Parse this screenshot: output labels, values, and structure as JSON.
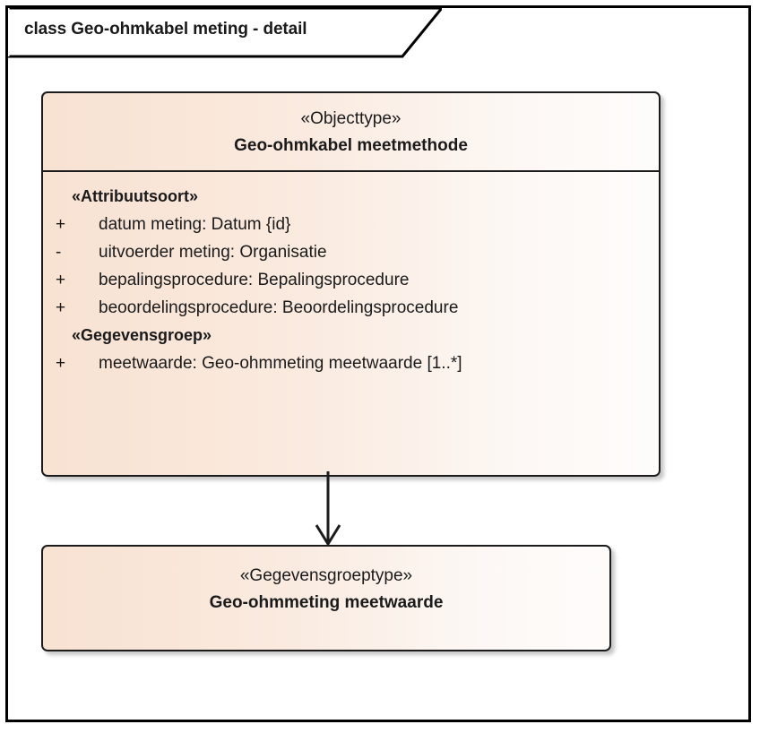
{
  "diagram": {
    "kind_label": "class",
    "title": "class Geo-ohmkabel meting - detail",
    "background": "#ffffff",
    "frame_color": "#000000",
    "class_fill_left": "#f8e2d2",
    "class_fill_right": "#fefcfb",
    "class_border": "#1b1b1b",
    "text_color": "#1a1a1a"
  },
  "classes": [
    {
      "id": "geo-ohmkabel-meetmethode",
      "stereotype": "«Objecttype»",
      "name": "Geo-ohmkabel meetmethode",
      "groups": [
        {
          "stereotype": "«Attribuutsoort»",
          "features": [
            {
              "visibility": "+",
              "text": "datum meting: Datum {id}"
            },
            {
              "visibility": "-",
              "text": "uitvoerder meting: Organisatie"
            },
            {
              "visibility": "+",
              "text": "bepalingsprocedure: Bepalingsprocedure"
            },
            {
              "visibility": "+",
              "text": "beoordelingsprocedure: Beoordelingsprocedure"
            }
          ]
        },
        {
          "stereotype": "«Gegevensgroep»",
          "features": [
            {
              "visibility": "+",
              "text": "meetwaarde: Geo-ohmmeting meetwaarde [1..*]"
            }
          ]
        }
      ]
    },
    {
      "id": "geo-ohmmeting-meetwaarde",
      "stereotype": "«Gegevensgroeptype»",
      "name": "Geo-ohmmeting meetwaarde",
      "groups": []
    }
  ],
  "connector": {
    "type": "composition-navigation",
    "arrow_style": "open-arrowhead",
    "from": "geo-ohmkabel-meetmethode",
    "to": "geo-ohmmeting-meetwaarde",
    "label": ""
  }
}
